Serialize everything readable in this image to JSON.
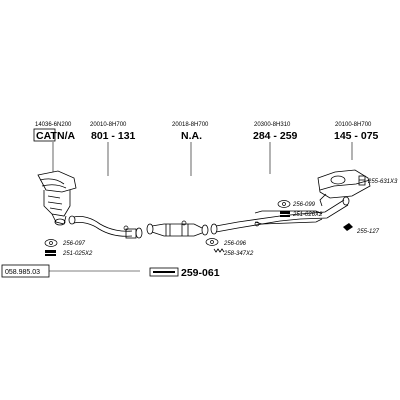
{
  "diagram_code": "058.985.03",
  "parts": [
    {
      "oem": "14036-6N200",
      "part_number": "N/A",
      "cat_badge": "CAT"
    },
    {
      "oem": "20010-8H700",
      "part_number": "801 - 131"
    },
    {
      "oem": "20018-8H700",
      "part_number": "N.A."
    },
    {
      "oem": "20300-8H310",
      "part_number": "284 - 259"
    },
    {
      "oem": "20100-8H700",
      "part_number": "145 - 075"
    }
  ],
  "accessories": [
    {
      "ref": "256-097"
    },
    {
      "ref": "251-025X2"
    },
    {
      "ref": "256-099"
    },
    {
      "ref": "251-026X2"
    },
    {
      "ref": "256-096"
    },
    {
      "ref": "258-347X2"
    },
    {
      "ref": "255-631X3"
    },
    {
      "ref": "255-127"
    }
  ],
  "mounting_kit": {
    "part_number": "259-061"
  }
}
